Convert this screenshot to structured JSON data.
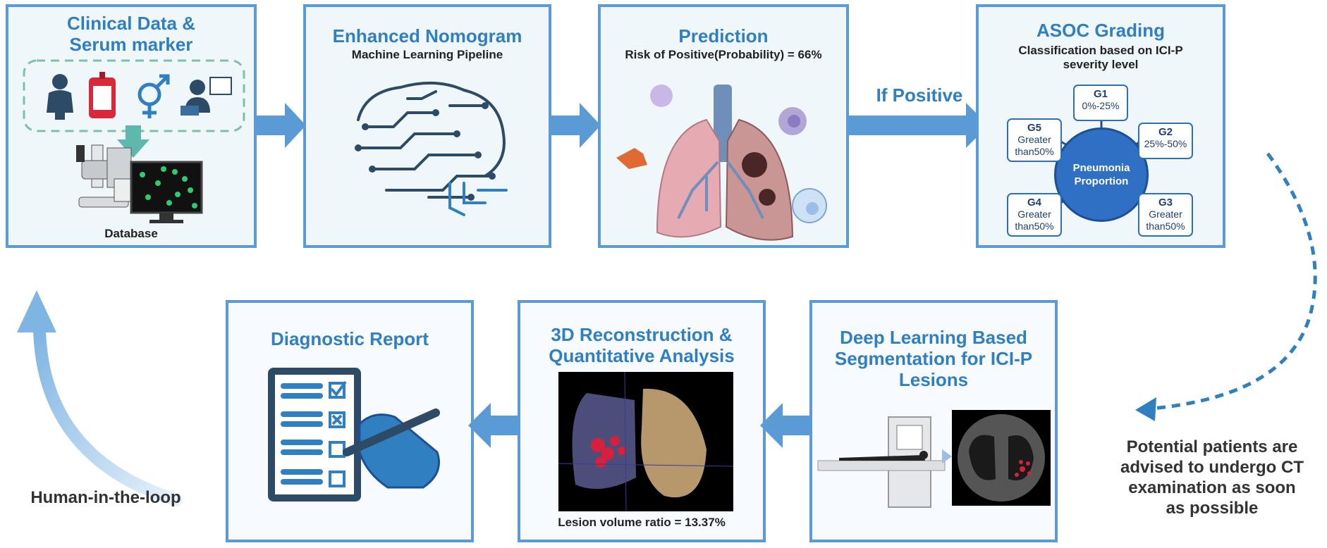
{
  "boxes": {
    "clinical": {
      "title_line1": "Clinical Data &",
      "title_line2": "Serum marker",
      "caption": "Database"
    },
    "nomogram": {
      "title": "Enhanced Nomogram",
      "subtitle": "Machine Learning Pipeline"
    },
    "prediction": {
      "title": "Prediction",
      "subtitle": "Risk of Positive(Probability) = 66%"
    },
    "asoc": {
      "title": "ASOC Grading",
      "subtitle_line1": "Classification based on ICI-P",
      "subtitle_line2": "severity level",
      "center_line1": "Pneumonia",
      "center_line2": "Proportion",
      "grades": [
        {
          "id": "G1",
          "line1": "0%-25%",
          "line2": ""
        },
        {
          "id": "G2",
          "line1": "25%-50%",
          "line2": ""
        },
        {
          "id": "G3",
          "line1": "Greater",
          "line2": "than50%"
        },
        {
          "id": "G4",
          "line1": "Greater",
          "line2": "than50%"
        },
        {
          "id": "G5",
          "line1": "Greater",
          "line2": "than50%"
        }
      ]
    },
    "report": {
      "title": "Diagnostic Report"
    },
    "reconstruction": {
      "title_line1": "3D Reconstruction &",
      "title_line2": "Quantitative Analysis",
      "caption": "Lesion volume ratio = 13.37%"
    },
    "segmentation": {
      "title_line1": "Deep Learning Based",
      "title_line2": "Segmentation for ICI-P",
      "title_line3": "Lesions"
    }
  },
  "arrow_label": "If Positive",
  "advice": {
    "line1": "Potential patients are",
    "line2": "advised to undergo CT",
    "line3": "examination as soon",
    "line4": "as possible"
  },
  "loop_label": "Human-in-the-loop",
  "colors": {
    "border": "#5b9bd5",
    "title": "#2f7fc1",
    "arrow": "#5b9bd5",
    "circle": "#2f6fc4"
  },
  "icons": [
    "person-icon",
    "blood-bag-icon",
    "gender-icon",
    "doctor-icon",
    "microscope-icon",
    "brain-circuit-icon",
    "lungs-icon",
    "cell-icon",
    "checklist-icon",
    "hand-pen-icon",
    "ct-scanner-icon",
    "ct-slice-icon",
    "lung-3d-icon"
  ]
}
